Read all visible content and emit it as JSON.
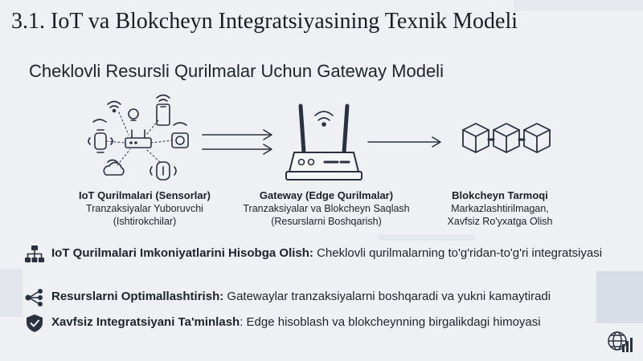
{
  "slide": {
    "title": "3.1. IoT va Blokcheyn Integratsiyasining Texnik Modeli",
    "subtitle": "Cheklovli Resursli Qurilmalar Uchun Gateway Modeli"
  },
  "diagram": {
    "nodes": [
      {
        "heading": "IoT Qurilmalari (Sensorlar)",
        "line1": "Tranzaksiyalar Yuboruvchi",
        "line2": "(Ishtirokchilar)"
      },
      {
        "heading": "Gateway (Edge Qurilmalar)",
        "line1": "Tranzaksiyalar va Blokcheyn Saqlash",
        "line2": "(Resurslarni Boshqarish)"
      },
      {
        "heading": "Blokcheyn Tarmoqi",
        "line1": "Markazlashtirilmagan,",
        "line2": "Xavfsiz Ro'yxatga Olish"
      }
    ]
  },
  "bullets": [
    {
      "icon": "hierarchy-icon",
      "bold": "IoT Qurilmalari Imkoniyatlarini Hisobga Olish:",
      "text": " Cheklovli qurilmalarning to'g'ridan-to'g'ri integratsiyasi"
    },
    {
      "icon": "share-network-icon",
      "bold": "Resurslarni Optimallashtirish:",
      "text": " Gatewaylar tranzaksiyalarni boshqaradi va yukni kamaytiradi"
    },
    {
      "icon": "shield-check-icon",
      "bold": "Xavfsiz Integratsiyani Ta'minlash",
      "text": ": Edge hisoblash va blokcheynning birgalikdagi himoyasi"
    }
  ],
  "colors": {
    "icon": "#2a3140",
    "background": "#eef0f3",
    "text": "#1f232a"
  }
}
